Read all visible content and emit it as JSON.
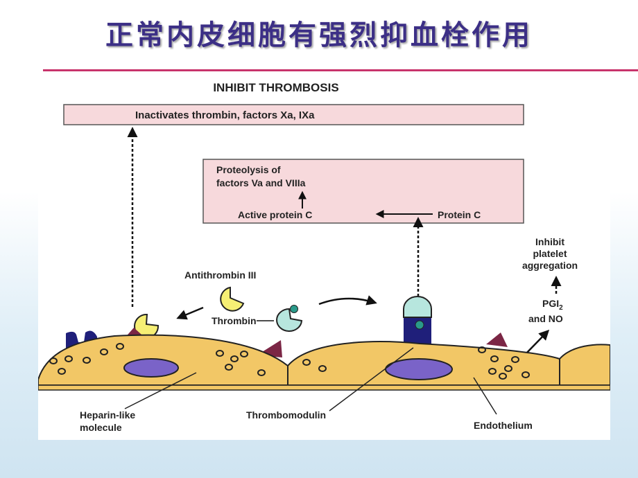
{
  "slide": {
    "title": "正常内皮细胞有强烈抑血栓作用"
  },
  "diagram": {
    "heading": "INHIBIT THROMBOSIS",
    "top_box": "Inactivates thrombin, factors Xa, IXa",
    "mid_box": {
      "line1": "Proteolysis of",
      "line2": "factors Va and VIIIa",
      "active": "Active protein C",
      "protein": "Protein C"
    },
    "inhibit": {
      "line1": "Inhibit",
      "line2": "platelet",
      "line3": "aggregation"
    },
    "pgi": {
      "line1": "PGI",
      "sub": "2",
      "line2": "and NO"
    },
    "antithrombin": "Antithrombin III",
    "thrombin": "Thrombin",
    "heparin": {
      "line1": "Heparin-like",
      "line2": "molecule"
    },
    "thrombomodulin": "Thrombomodulin",
    "endothelium": "Endothelium"
  },
  "colors": {
    "title": "#3c2f86",
    "rule": "#c8336b",
    "box_fill": "#f7d9dc",
    "cell_fill": "#f2c766",
    "nucleus": "#7a63c8",
    "receptor": "#7b2645",
    "antithrombin": "#f6ef74",
    "thrombin": "#b7e6de",
    "thrombomodulin": "#1f1f7a"
  }
}
